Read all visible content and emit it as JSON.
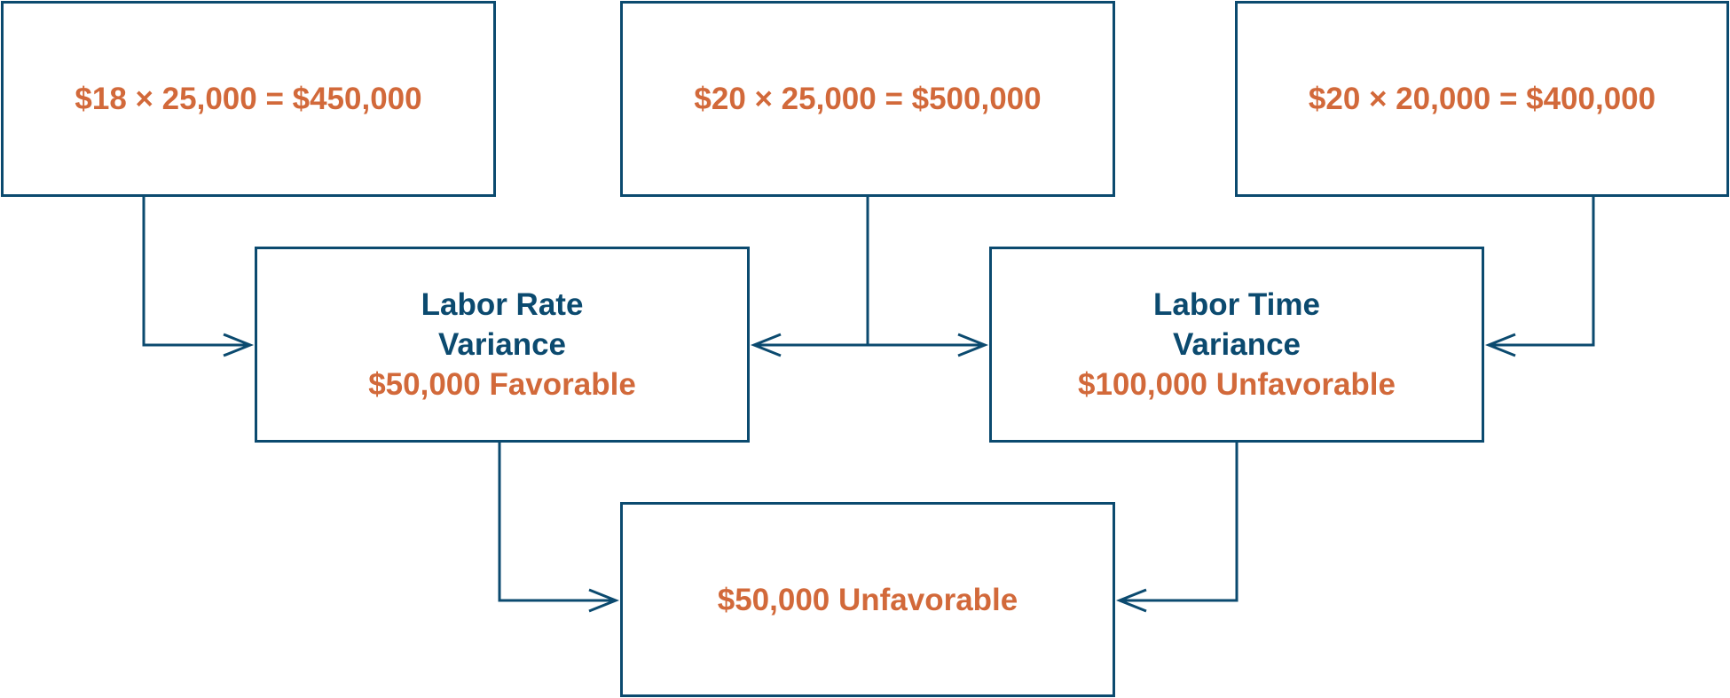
{
  "colors": {
    "line": "#0b4a6f",
    "title_text": "#0b4a6f",
    "value_text": "#d2693a",
    "background": "#ffffff"
  },
  "boxes": {
    "actual_cost": {
      "text": "$18 × 25,000 = $450,000"
    },
    "standard_rate_actual_hours": {
      "text": "$20 × 25,000 = $500,000"
    },
    "standard_cost": {
      "text": "$20 × 20,000 = $400,000"
    },
    "labor_rate_variance": {
      "title_line1": "Labor Rate",
      "title_line2": "Variance",
      "value": "$50,000 Favorable"
    },
    "labor_time_variance": {
      "title_line1": "Labor Time",
      "title_line2": "Variance",
      "value": "$100,000 Unfavorable"
    },
    "total_variance": {
      "text": "$50,000 Unfavorable"
    }
  },
  "connectors": [
    {
      "from": "actual_cost",
      "to": "labor_rate_variance"
    },
    {
      "from": "standard_rate_actual_hours",
      "to": "labor_rate_variance"
    },
    {
      "from": "standard_rate_actual_hours",
      "to": "labor_time_variance"
    },
    {
      "from": "standard_cost",
      "to": "labor_time_variance"
    },
    {
      "from": "labor_rate_variance",
      "to": "total_variance"
    },
    {
      "from": "labor_time_variance",
      "to": "total_variance"
    }
  ]
}
